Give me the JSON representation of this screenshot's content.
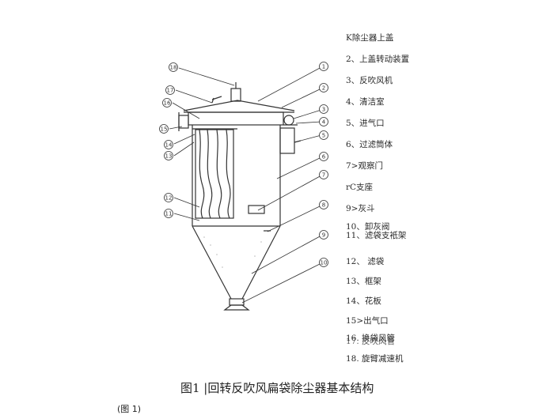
{
  "legend": [
    "K除尘器上盖",
    "2、上盖转动装置",
    "3、反吹风机",
    "4、清洁室",
    "5、进气口",
    "6、过滤筒体",
    "7>观察门",
    "rC支座",
    "9>灰斗",
    "10、卸灰阀",
    "11、滤袋支衹架",
    "12、 滤袋",
    "13、框架",
    "14、花板",
    "15>出气口",
    "16. 换袋风管",
    "17. 反吹风管",
    "18. 旋臂减速机"
  ],
  "callouts": [
    "1",
    "2",
    "3",
    "4",
    "5",
    "6",
    "7",
    "8",
    "9",
    "10",
    "11",
    "12",
    "13",
    "14",
    "15",
    "16",
    "17",
    "18"
  ],
  "caption": "图1 |回转反吹风扁袋除尘器基本结构",
  "subcaption": "(图 1)"
}
